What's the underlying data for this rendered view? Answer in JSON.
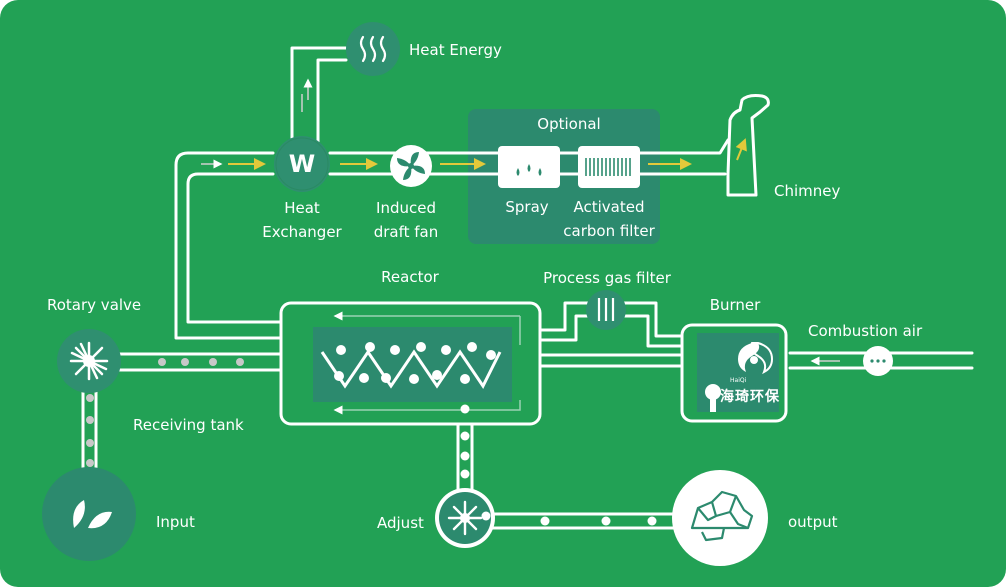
{
  "colors": {
    "background": "#22a155",
    "panel": "#2c8a6e",
    "node": "#2f8f70",
    "arrow": "#e3c93a",
    "line": "#ffffff"
  },
  "labels": {
    "heat_energy": "Heat Energy",
    "optional": "Optional",
    "chimney": "Chimney",
    "heat_exchanger_1": "Heat",
    "heat_exchanger_2": "Exchanger",
    "induced_fan_1": "Induced",
    "induced_fan_2": "draft fan",
    "spray": "Spray",
    "activated_carbon_1": "Activated",
    "activated_carbon_2": "carbon filter",
    "reactor": "Reactor",
    "process_gas_filter": "Process gas filter",
    "burner": "Burner",
    "rotary_valve": "Rotary valve",
    "combustion_air": "Combustion air",
    "receiving_tank": "Receiving tank",
    "input": "Input",
    "adjust": "Adjust",
    "output": "output"
  },
  "heat_exchanger_symbol": "W",
  "brand": {
    "name": "海琦环保",
    "sub": "HaiQi"
  },
  "icons": [
    "heat-waves-icon",
    "heat-exchanger-icon",
    "fan-icon",
    "spray-icon",
    "carbon-filter-icon",
    "chimney-icon",
    "rotary-valve-icon",
    "gas-filter-icon",
    "burner-logo-icon",
    "air-dots-icon",
    "leaf-icon",
    "adjust-valve-icon",
    "rocks-icon"
  ]
}
